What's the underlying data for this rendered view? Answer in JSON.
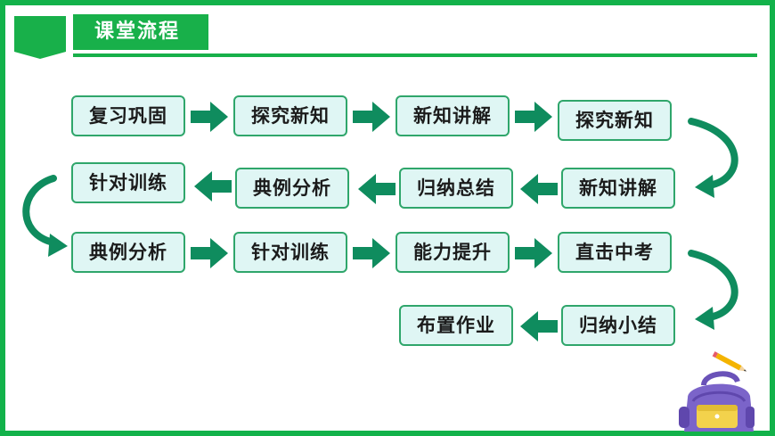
{
  "header": {
    "title": "课堂流程"
  },
  "colors": {
    "accent": "#18b04a",
    "box_fill": "#dff6f4",
    "box_border": "#2fa66b",
    "arrow": "#0f8c5e"
  },
  "flow": {
    "row1": [
      "复习巩固",
      "探究新知",
      "新知讲解",
      "探究新知"
    ],
    "row2": [
      "针对训练",
      "典例分析",
      "归纳总结",
      "新知讲解"
    ],
    "row3": [
      "典例分析",
      "针对训练",
      "能力提升",
      "直击中考"
    ],
    "row4": [
      "布置作业",
      "归纳小结"
    ]
  },
  "decorations": [
    "pencil-icon",
    "backpack-icon"
  ]
}
